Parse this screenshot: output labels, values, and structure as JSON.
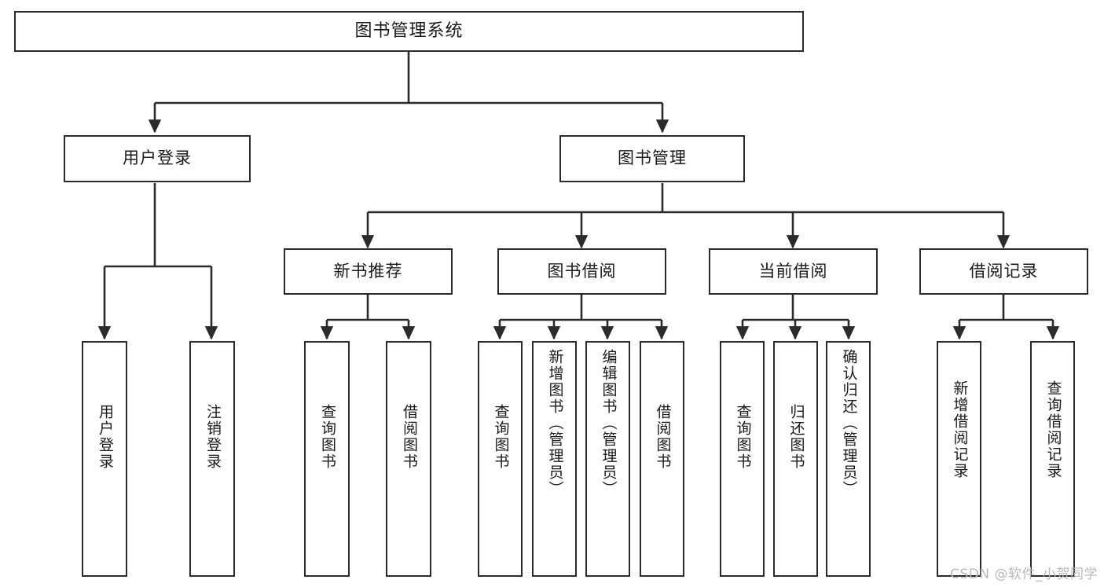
{
  "diagram": {
    "type": "tree",
    "title": "图书管理系统",
    "background_color": "#ffffff",
    "line_color": "#2b2b2b",
    "text_color": "#1a1a1a",
    "root": {
      "id": "root",
      "label": "图书管理系统",
      "orientation": "horizontal"
    },
    "level2": [
      {
        "id": "user-login",
        "label": "用户登录",
        "orientation": "horizontal"
      },
      {
        "id": "book-manage",
        "label": "图书管理",
        "orientation": "horizontal"
      }
    ],
    "level3": [
      {
        "id": "new-book-recommend",
        "label": "新书推荐",
        "orientation": "horizontal",
        "parent": "book-manage"
      },
      {
        "id": "book-borrow",
        "label": "图书借阅",
        "orientation": "horizontal",
        "parent": "book-manage"
      },
      {
        "id": "current-borrow",
        "label": "当前借阅",
        "orientation": "horizontal",
        "parent": "book-manage"
      },
      {
        "id": "borrow-record",
        "label": "借阅记录",
        "orientation": "horizontal",
        "parent": "book-manage"
      }
    ],
    "leaves": {
      "user_login": [
        {
          "id": "leaf-user-login",
          "label": "用户登录"
        },
        {
          "id": "leaf-user-logout",
          "label": "注销登录"
        }
      ],
      "new_book_recommend": [
        {
          "id": "leaf-query-book-1",
          "label": "查询图书"
        },
        {
          "id": "leaf-borrow-book-1",
          "label": "借阅图书"
        }
      ],
      "book_borrow": [
        {
          "id": "leaf-query-book-2",
          "label": "查询图书"
        },
        {
          "id": "leaf-add-book",
          "label": "新增图书（管理员）"
        },
        {
          "id": "leaf-edit-book",
          "label": "编辑图书（管理员）"
        },
        {
          "id": "leaf-borrow-book-2",
          "label": "借阅图书"
        }
      ],
      "current_borrow": [
        {
          "id": "leaf-query-book-3",
          "label": "查询图书"
        },
        {
          "id": "leaf-return-book",
          "label": "归还图书"
        },
        {
          "id": "leaf-confirm-return",
          "label": "确认归还（管理员）"
        }
      ],
      "borrow_record": [
        {
          "id": "leaf-add-record",
          "label": "新增借阅记录"
        },
        {
          "id": "leaf-query-record",
          "label": "查询借阅记录"
        }
      ]
    }
  },
  "watermark": {
    "text": "CSDN @软件_小贺同学"
  }
}
